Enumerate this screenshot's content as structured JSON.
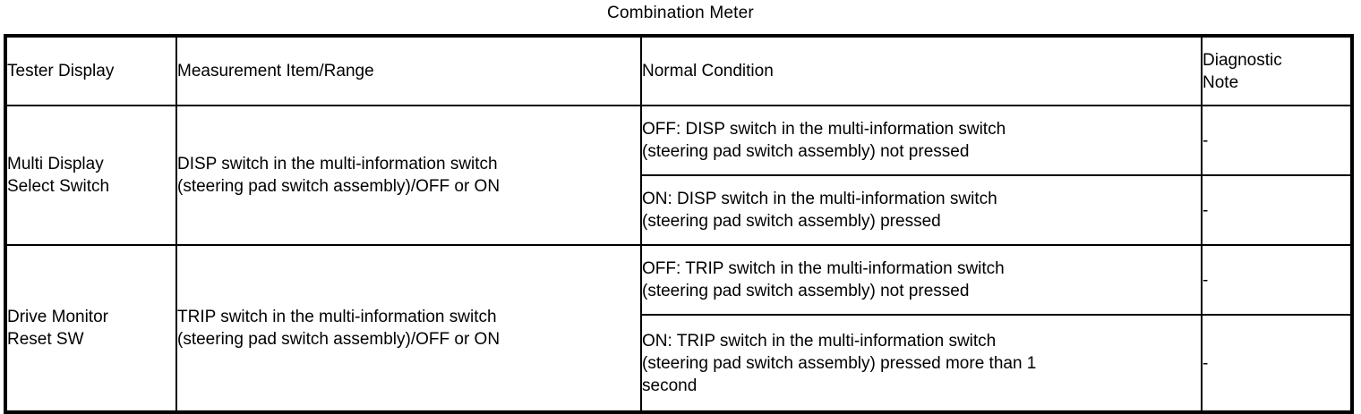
{
  "caption": "Combination Meter",
  "table": {
    "headers": [
      "Tester Display",
      "Measurement Item/Range",
      "Normal Condition",
      "Diagnostic Note"
    ],
    "header_note_line1": "Diagnostic",
    "header_note_line2": "Note",
    "rows": [
      {
        "tester_display_line1": "Multi Display",
        "tester_display_line2": "Select Switch",
        "measurement_line1": "DISP switch in the multi-information switch",
        "measurement_line2": "(steering pad switch assembly)/OFF or ON",
        "conditions": [
          {
            "line1": "OFF: DISP switch in the multi-information switch",
            "line2": "(steering pad switch assembly) not pressed",
            "line3": "",
            "note": "-"
          },
          {
            "line1": "ON: DISP switch in the multi-information switch",
            "line2": "(steering pad switch assembly) pressed",
            "line3": "",
            "note": "-"
          }
        ]
      },
      {
        "tester_display_line1": "Drive Monitor",
        "tester_display_line2": "Reset SW",
        "measurement_line1": "TRIP switch in the multi-information switch",
        "measurement_line2": "(steering pad switch assembly)/OFF or ON",
        "conditions": [
          {
            "line1": "OFF: TRIP switch in the multi-information switch",
            "line2": "(steering pad switch assembly) not pressed",
            "line3": "",
            "note": "-"
          },
          {
            "line1": "ON: TRIP switch in the multi-information switch",
            "line2": "(steering pad switch assembly) pressed more than 1",
            "line3": "second",
            "note": "-"
          }
        ]
      }
    ]
  },
  "colors": {
    "text": "#000000",
    "background": "#ffffff",
    "border": "#000000"
  }
}
